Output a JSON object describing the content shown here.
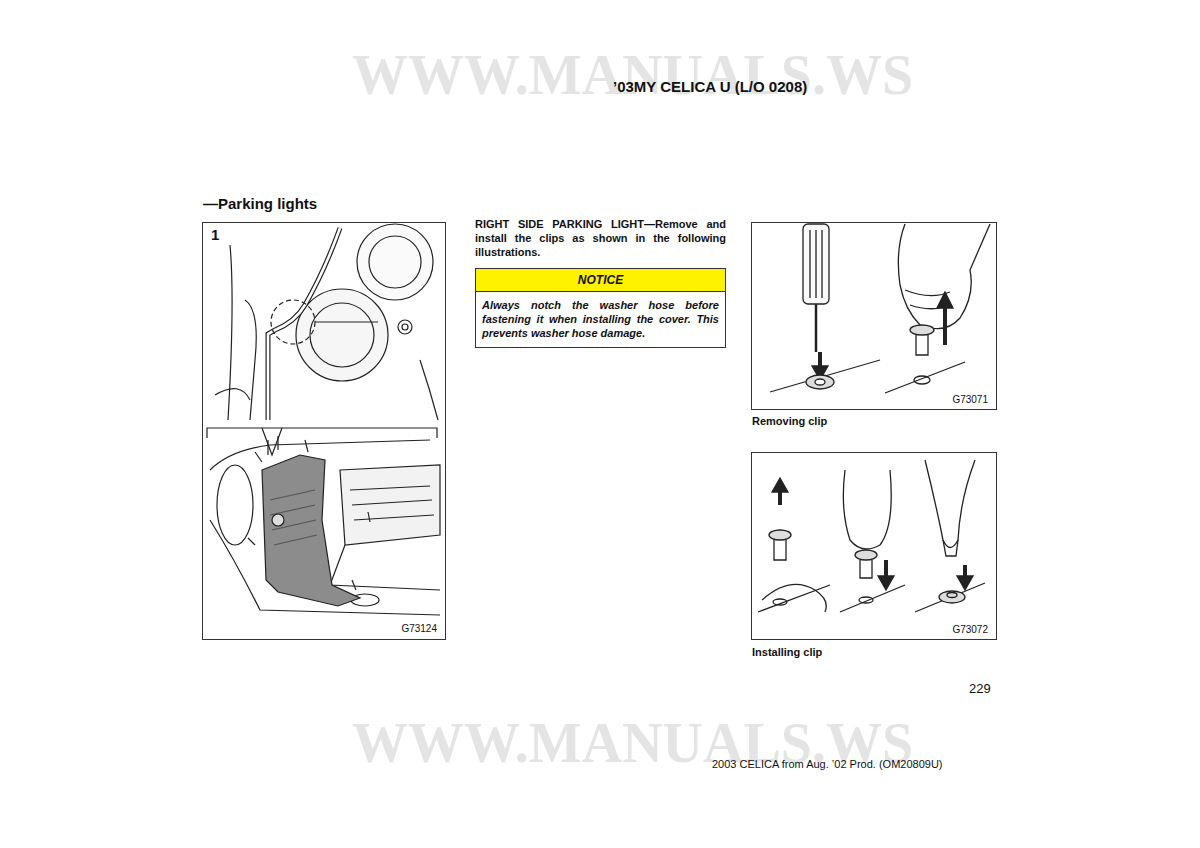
{
  "diagram": {
    "nodes": [
      {
        "text": [
          "1",
          "G73124"
        ]
      },
      {
        "text": [
          "NOTICE",
          "Always notch the washer hose before fastening it when installing the cover. This prevents washer hose damage."
        ]
      },
      {
        "text": [
          "G73071"
        ]
      },
      {
        "text": [
          "G73072"
        ]
      }
    ],
    "labels": [
      "WWW.MANUALS.WS",
      "’03MY CELICA U (L/O 0208)",
      "—Parking lights",
      "RIGHT SIDE PARKING LIGHT—Remove and install the clips as shown in the following illustrations.",
      "Removing clip",
      "Installing clip",
      "229",
      "WWW.MANUALS.WS",
      "2003 CELICA from Aug. ’02 Prod. (OM20809U)"
    ]
  }
}
